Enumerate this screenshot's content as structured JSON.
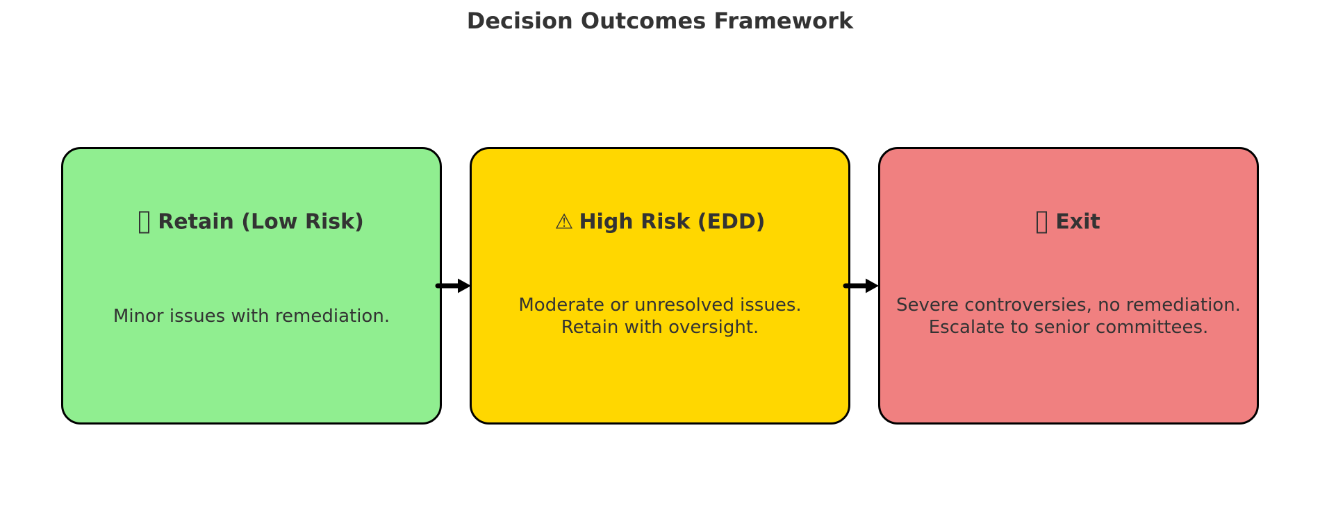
{
  "title": "Decision Outcomes Framework",
  "colors": {
    "background": "#FFFFFF",
    "text": "#333333",
    "box_border": "#000000",
    "arrow": "#000000",
    "retain_fill": "#90EE90",
    "high_risk_fill": "#FFD700",
    "exit_fill": "#F08080"
  },
  "boxes": [
    {
      "id": "retain-low-risk",
      "icon": "missing-glyph-icon",
      "heading": "Retain (Low Risk)",
      "body": "Minor issues with remediation.",
      "fill": "#90EE90"
    },
    {
      "id": "high-risk-edd",
      "icon": "warning-triangle-icon",
      "icon_char": "⚠",
      "heading": "High Risk (EDD)",
      "body": "Moderate or unresolved issues.\nRetain with oversight.",
      "fill": "#FFD700"
    },
    {
      "id": "exit",
      "icon": "missing-glyph-icon",
      "heading": "Exit",
      "body": "Severe controversies, no remediation.\nEscalate to senior committees.",
      "fill": "#F08080"
    }
  ],
  "arrows": [
    {
      "from": "retain-low-risk",
      "to": "high-risk-edd"
    },
    {
      "from": "high-risk-edd",
      "to": "exit"
    }
  ]
}
